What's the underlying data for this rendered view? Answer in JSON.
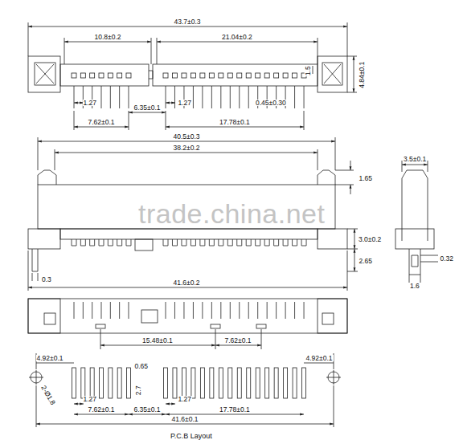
{
  "diagram": {
    "caption": "P.C.B Layout",
    "labels": [
      "43.7±0.3",
      "10.8±0.2",
      "21.04±0.2",
      "1.5",
      "4.84±0.1",
      "1.27",
      "6.35±0.1",
      "1.27",
      "0.45±0.30",
      "7.62±0.1",
      "17.78±0.1",
      "40.5±0.3",
      "38.2±0.2",
      "1.65",
      "3.5±0.1",
      "3.0±0.2",
      "2.65",
      "0.32",
      "1.6",
      "0.3",
      "41.6±0.2",
      "trade.china.net",
      "15.48±0.1",
      "7.62±0.1",
      "4.92±0.1",
      "0.65",
      "4.92±0.1",
      "2-Ø1.8",
      "2.7",
      "1.27",
      "7.62±0.1",
      "6.35±0.1",
      "1.27",
      "17.78±0.1",
      "41.6±0.1"
    ]
  }
}
